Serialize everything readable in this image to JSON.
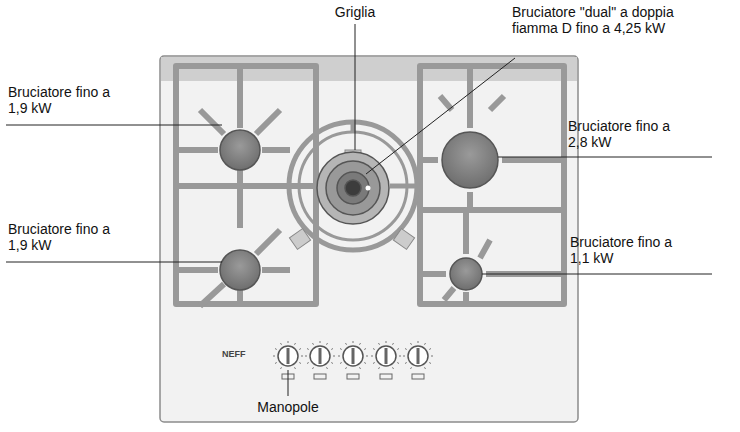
{
  "diagram": {
    "labels": [
      "Griglia",
      "Bruciatore \"dual\" a doppia fiamma D fino a 4,25 kW",
      "Bruciatore fino a 1,9 kW",
      "Bruciatore fino a 2,8 kW",
      "Bruciatore fino a 1,9 kW",
      "Bruciatore fino a 1,1 kW",
      "NEFF",
      "Manopole"
    ]
  }
}
